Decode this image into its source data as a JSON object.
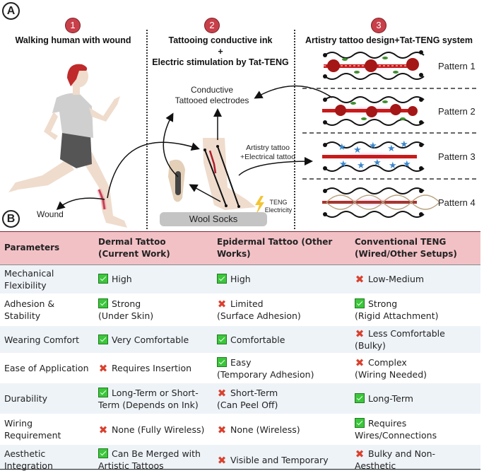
{
  "panel_a": {
    "label": "A",
    "steps": [
      {
        "number": "1",
        "title": "Walking human with wound"
      },
      {
        "number": "2",
        "title_line1": "Tattooing conductive ink",
        "title_line2": "+",
        "title_line3": "Electric stimulation by Tat-TENG"
      },
      {
        "number": "3",
        "title": "Artistry tattoo design+Tat-TENG system"
      }
    ],
    "labels": {
      "wound": "Wound",
      "electrodes_line1": "Conductive",
      "electrodes_line2": "Tattooed electrodes",
      "artistry_line1": "Artistry tattoo",
      "artistry_line2": "+Electrical tattoo",
      "teng_line1": "TENG",
      "teng_line2": "Electricity",
      "socks": "Wool Socks"
    },
    "patterns": [
      {
        "label": "Pattern 1",
        "motif": "roses"
      },
      {
        "label": "Pattern 2",
        "motif": "roses-vines"
      },
      {
        "label": "Pattern 3",
        "motif": "blue-stars"
      },
      {
        "label": "Pattern 4",
        "motif": "thorns"
      }
    ],
    "colors": {
      "badge": "#c8404a",
      "wound": "#b01c2e",
      "skin": "#efdccd",
      "hair": "#c02a2a",
      "shirt": "#cfcfcf",
      "shorts": "#555555"
    }
  },
  "panel_b": {
    "label": "B",
    "headers": [
      "Parameters",
      "Dermal Tattoo (Current Work)",
      "Epidermal Tattoo (Other Works)",
      "Conventional TENG (Wired/Other Setups)"
    ],
    "rows": [
      {
        "param": "Mechanical Flexibility",
        "cells": [
          {
            "icon": "check",
            "line1": "High",
            "line2": ""
          },
          {
            "icon": "check",
            "line1": "High",
            "line2": ""
          },
          {
            "icon": "cross",
            "line1": "Low-Medium",
            "line2": ""
          }
        ]
      },
      {
        "param": "Adhesion & Stability",
        "cells": [
          {
            "icon": "check",
            "line1": "Strong",
            "line2": "(Under Skin)"
          },
          {
            "icon": "cross",
            "line1": "Limited",
            "line2": "(Surface Adhesion)"
          },
          {
            "icon": "check",
            "line1": "Strong",
            "line2": "(Rigid Attachment)"
          }
        ]
      },
      {
        "param": "Wearing Comfort",
        "cells": [
          {
            "icon": "check",
            "line1": "Very Comfortable",
            "line2": ""
          },
          {
            "icon": "check",
            "line1": "Comfortable",
            "line2": ""
          },
          {
            "icon": "cross",
            "line1": "Less Comfortable",
            "line2": "(Bulky)"
          }
        ]
      },
      {
        "param": "Ease of Application",
        "cells": [
          {
            "icon": "cross",
            "line1": "Requires Insertion",
            "line2": ""
          },
          {
            "icon": "check",
            "line1": "Easy",
            "line2": "(Temporary Adhesion)"
          },
          {
            "icon": "cross",
            "line1": "Complex",
            "line2": "(Wiring Needed)"
          }
        ]
      },
      {
        "param": "Durability",
        "cells": [
          {
            "icon": "check",
            "line1": "Long-Term or Short-",
            "line2": "Term (Depends on Ink)"
          },
          {
            "icon": "cross",
            "line1": "Short-Term",
            "line2": "(Can Peel Off)"
          },
          {
            "icon": "check",
            "line1": "Long-Term",
            "line2": ""
          }
        ]
      },
      {
        "param": "Wiring Requirement",
        "cells": [
          {
            "icon": "cross",
            "line1": "None (Fully Wireless)",
            "line2": ""
          },
          {
            "icon": "cross",
            "line1": "None (Wireless)",
            "line2": ""
          },
          {
            "icon": "check",
            "line1": "Requires",
            "line2": "Wires/Connections"
          }
        ]
      },
      {
        "param": "Aesthetic Integration",
        "cells": [
          {
            "icon": "check",
            "line1": "Can Be Merged with",
            "line2": "Artistic Tattoos"
          },
          {
            "icon": "cross",
            "line1": "Visible and Temporary",
            "line2": ""
          },
          {
            "icon": "cross",
            "line1": "Bulky and Non-Aesthetic",
            "line2": ""
          }
        ]
      }
    ],
    "colors": {
      "header_bg": "#f2c1c6",
      "alt_row_bg": "#eef3f8",
      "check": "#3cc63c",
      "cross": "#d9412e"
    }
  }
}
